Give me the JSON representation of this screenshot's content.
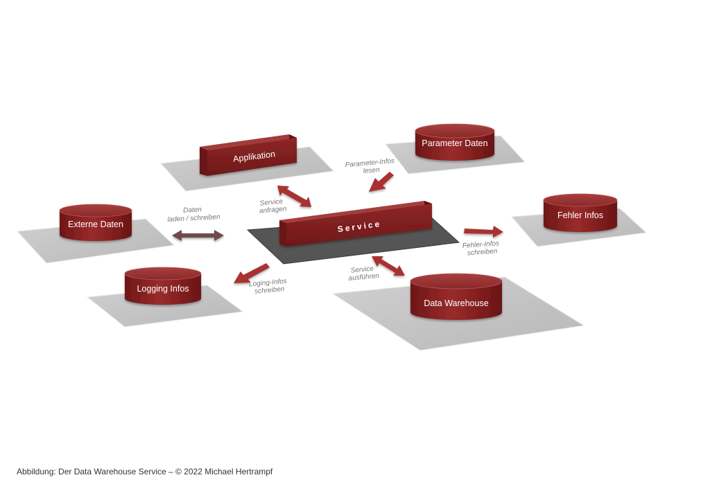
{
  "nodes": {
    "applikation": "Applikation",
    "parameter_daten": "Parameter Daten",
    "externe_daten": "Externe Daten",
    "fehler_infos": "Fehler Infos",
    "logging_infos": "Logging Infos",
    "data_warehouse": "Data Warehouse",
    "service": "Service"
  },
  "edges": {
    "daten": [
      "Daten",
      "laden / schreiben"
    ],
    "service_anfragen": [
      "Service",
      "anfragen"
    ],
    "parameter_infos": [
      "Parameter-Infos",
      "lesen"
    ],
    "fehler_infos": [
      "Fehler-Infos",
      "schreiben"
    ],
    "logging_infos": [
      "Loging-Infos",
      "schreiben"
    ],
    "service_ausfuehren": [
      "Service",
      "ausführen"
    ]
  },
  "colors": {
    "node_fill": "#8b2424",
    "platform": "#c4c4c4",
    "service_platform": "#5a5a5a",
    "arrow": "#a83030",
    "arrow_bidir_left": "#6e4a4e"
  },
  "caption": "Abbildung: Der Data Warehouse Service –  © 2022 Michael Hertrampf"
}
